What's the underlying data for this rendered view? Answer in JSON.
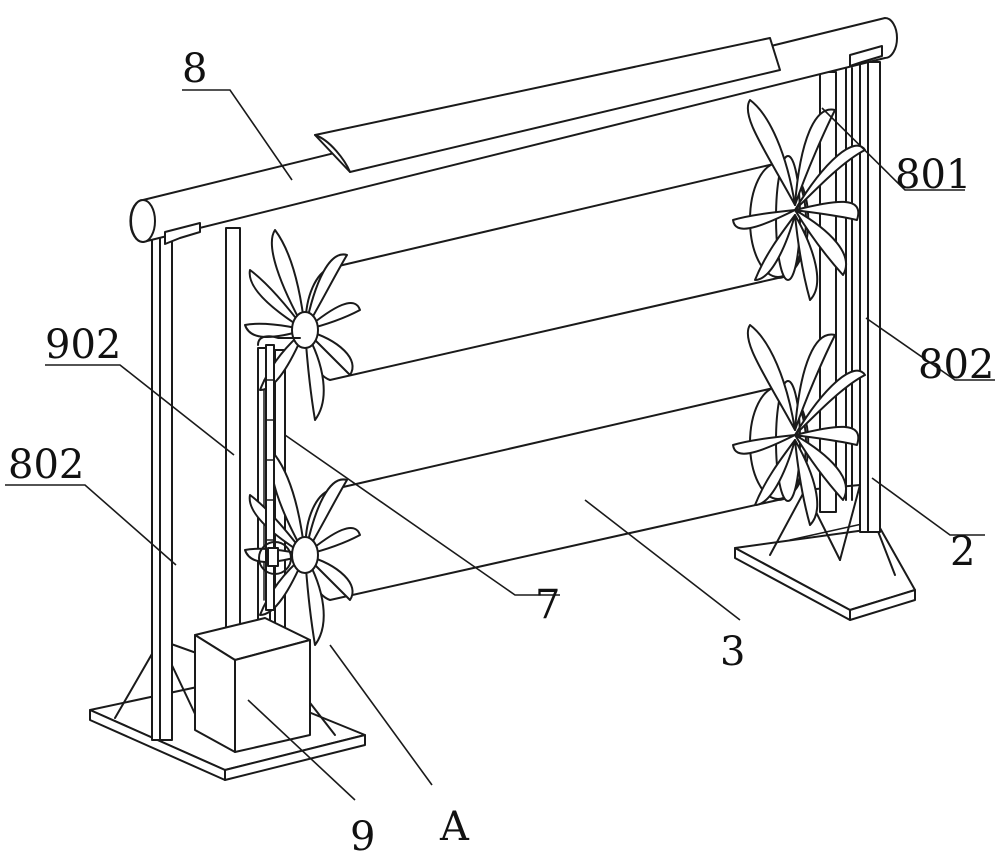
{
  "labels": {
    "top_bar": "8",
    "right_bracket": "801",
    "right_post": "802",
    "left_post": "802",
    "left_rack": "902",
    "right_end_fan": "2",
    "vertical_rod": "7",
    "lower_drum": "3",
    "motor_box": "9",
    "detail_a": "A"
  },
  "colors": {
    "line": "#1a1a1a",
    "background": "#ffffff"
  }
}
